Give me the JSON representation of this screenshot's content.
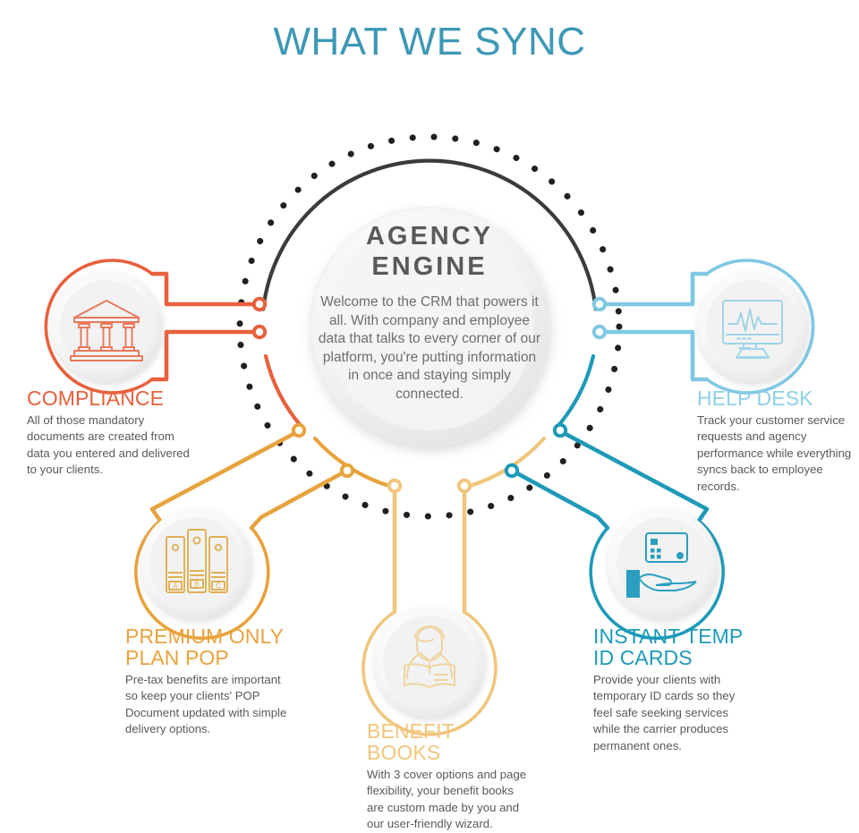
{
  "page": {
    "title": "WHAT WE SYNC",
    "title_color": "#3d98b5",
    "background": "#ffffff"
  },
  "hub": {
    "title_line1": "AGENCY",
    "title_line2": "ENGINE",
    "body": "Welcome to the CRM that powers it all. With company and employee data that talks to every corner of our platform, you're putting information in once and staying simply connected.",
    "ring_color": "#3b3b3d",
    "dot_color": "#231f20"
  },
  "categories": [
    {
      "id": "compliance",
      "heading": "COMPLIANCE",
      "body": "All of those mandatory documents are created from data you entered and delivered to your clients.",
      "color": "#e8603c",
      "icon": "bank-columns-icon"
    },
    {
      "id": "helpdesk",
      "heading": "HELP DESK",
      "body": "Track your customer service requests and agency performance while everything syncs back to employee records.",
      "color": "#7ec8e3",
      "icon": "monitor-pulse-icon"
    },
    {
      "id": "premium",
      "heading": "PREMIUM ONLY PLAN POP",
      "body": "Pre-tax benefits are important so keep your clients' POP Document updated with simple delivery options.",
      "color": "#e8a33d",
      "icon": "binders-icon"
    },
    {
      "id": "benefit",
      "heading": "BENEFIT BOOKS",
      "body": "With 3 cover options and page flexibility, your benefit books are custom made by you and our user-friendly wizard.",
      "color": "#f0c67c",
      "icon": "person-reading-book-icon"
    },
    {
      "id": "idcards",
      "heading": "INSTANT TEMP ID CARDS",
      "body": "Provide your clients with temporary ID cards so they feel safe seeking services while the carrier produces permanent ones.",
      "color": "#1e9ab8",
      "icon": "hand-holding-id-card-icon"
    }
  ]
}
